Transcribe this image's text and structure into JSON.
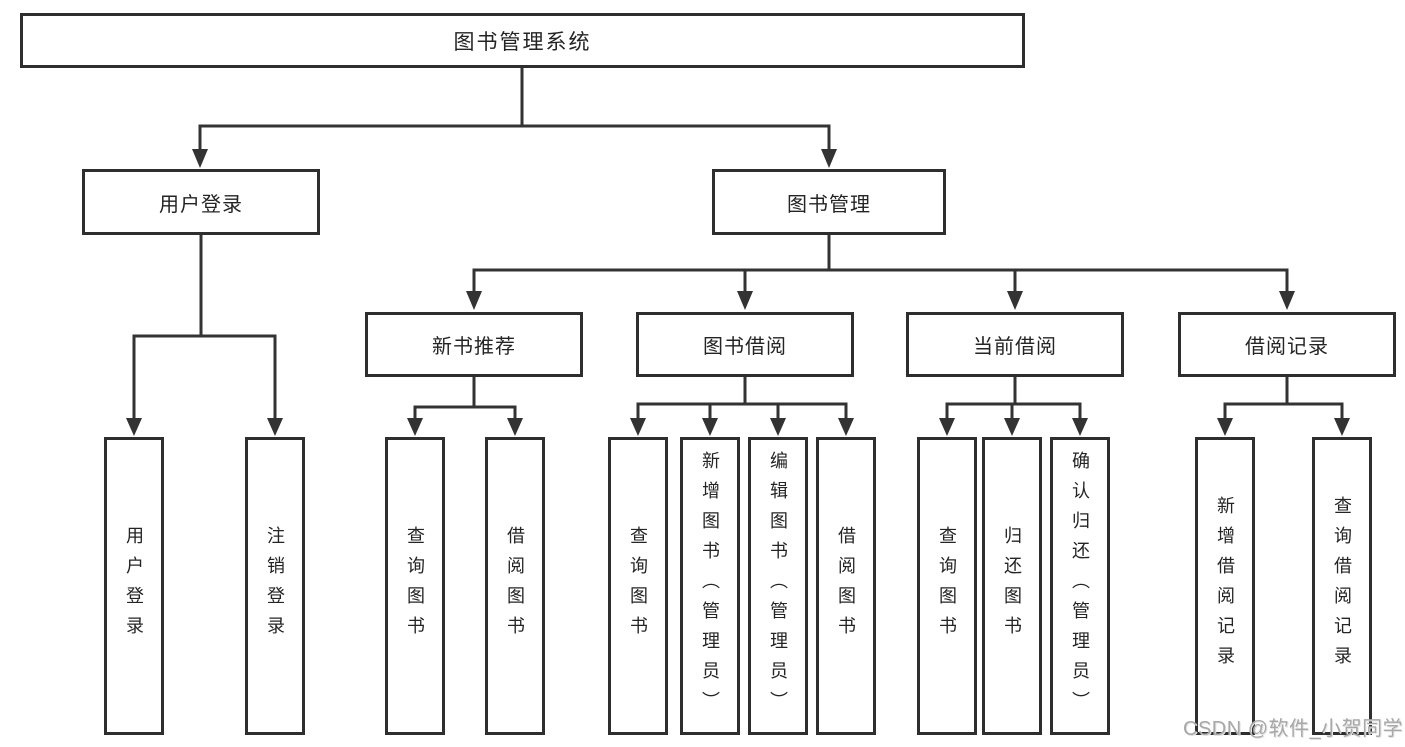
{
  "diagram": {
    "root": "图书管理系统",
    "level1": [
      {
        "label": "用户登录",
        "children": [
          "用户登录",
          "注销登录"
        ]
      },
      {
        "label": "图书管理",
        "children": [
          {
            "label": "新书推荐",
            "children": [
              "查询图书",
              "借阅图书"
            ]
          },
          {
            "label": "图书借阅",
            "children": [
              "查询图书",
              "新增图书（管理员）",
              "编辑图书（管理员）",
              "借阅图书"
            ]
          },
          {
            "label": "当前借阅",
            "children": [
              "查询图书",
              "归还图书",
              "确认归还（管理员）"
            ]
          },
          {
            "label": "借阅记录",
            "children": [
              "新增借阅记录",
              "查询借阅记录"
            ]
          }
        ]
      }
    ]
  },
  "colors": {
    "line": "#333333",
    "border": "#2e2e2e",
    "text": "#242424",
    "watermark": "#a8a8a8"
  },
  "watermark": "CSDN @软件_小贺同学"
}
